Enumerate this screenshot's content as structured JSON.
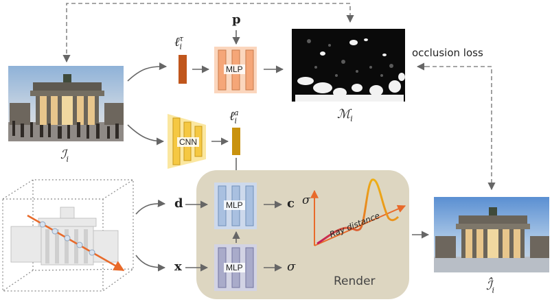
{
  "labels": {
    "p": "p",
    "l_tau_main": "ℓ",
    "l_tau_sub": "i",
    "l_tau_sup": "τ",
    "l_a_main": "ℓ",
    "l_a_sub": "i",
    "l_a_sup": "a",
    "mlp_top": "MLP",
    "cnn": "CNN",
    "mlp_color": "MLP",
    "mlp_density": "MLP",
    "occlusion_loss": "occlusion loss",
    "M_main": "ℳ",
    "M_sub": "i",
    "I_main": "ℐ",
    "I_sub": "i",
    "Ihat_main": "ℐ̂",
    "Ihat_sub": "i",
    "d": "d",
    "x": "x",
    "c": "c",
    "sigma_out": "σ",
    "sigma_axis": "σ",
    "ray_distance": "Ray distance",
    "render": "Render"
  },
  "colors": {
    "orange_mlp_bg": "#fbd6bd",
    "orange_mlp_bar": "#f5a678",
    "latent_tau": "#c0561c",
    "latent_a": "#c9920e",
    "cnn_bg": "#fbe7a0",
    "cnn_bar": "#f5c842",
    "blue_mlp_bg": "#cdd9ec",
    "blue_mlp_bar": "#a9c0e0",
    "purple_mlp_bg": "#d2d3e4",
    "purple_mlp_bar": "#a9abca",
    "render_box": "#ddd6c1",
    "arrow_gray": "#666666"
  }
}
